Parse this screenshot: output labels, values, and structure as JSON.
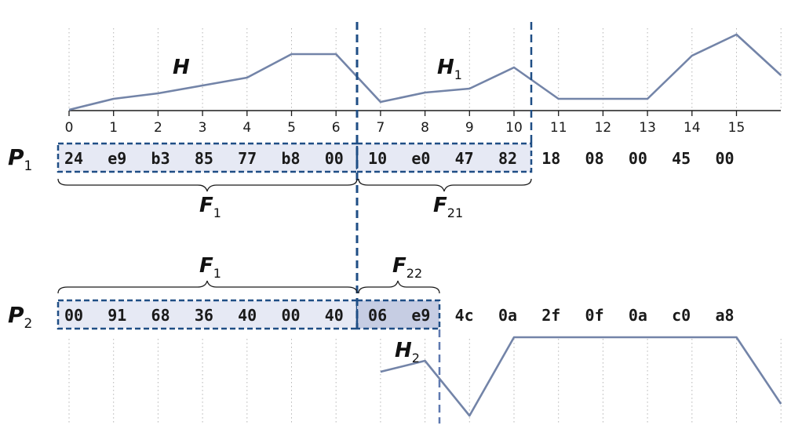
{
  "top_axis_ticks": [
    "0",
    "1",
    "2",
    "3",
    "4",
    "5",
    "6",
    "7",
    "8",
    "9",
    "10",
    "11",
    "12",
    "13",
    "14",
    "15"
  ],
  "top_series": [
    140,
    126,
    119,
    109,
    99,
    69,
    69,
    130,
    118,
    113,
    86,
    126,
    126,
    126,
    71,
    44,
    96
  ],
  "bottom_series": [
    null,
    null,
    null,
    null,
    null,
    null,
    null,
    474,
    460,
    530,
    430,
    430,
    430,
    430,
    430,
    430,
    515
  ],
  "packet1": {
    "label": "P",
    "label_sub": "1",
    "bytes": [
      "24",
      "e9",
      "b3",
      "85",
      "77",
      "b8",
      "00",
      "10",
      "e0",
      "47",
      "82",
      "18",
      "08",
      "00",
      "45",
      "00"
    ]
  },
  "packet2": {
    "label": "P",
    "label_sub": "2",
    "bytes": [
      "00",
      "91",
      "68",
      "36",
      "40",
      "00",
      "40",
      "06",
      "e9",
      "4c",
      "0a",
      "2f",
      "0f",
      "0a",
      "c0",
      "a8"
    ]
  },
  "labels": {
    "H": "H",
    "H1": "H",
    "H1_sub": "1",
    "H2": "H",
    "H2_sub": "2",
    "F1_top": "F",
    "F1_top_sub": "1",
    "F21": "F",
    "F21_sub": "21",
    "F1_bottom": "F",
    "F1_bottom_sub": "1",
    "F22": "F",
    "F22_sub": "22"
  },
  "colors": {
    "line": "#7384a8",
    "frame": "#1f4e85",
    "fill_f1": "#e6e9f4",
    "fill_f22": "#c6cde3",
    "grid": "#b5b5b5"
  }
}
